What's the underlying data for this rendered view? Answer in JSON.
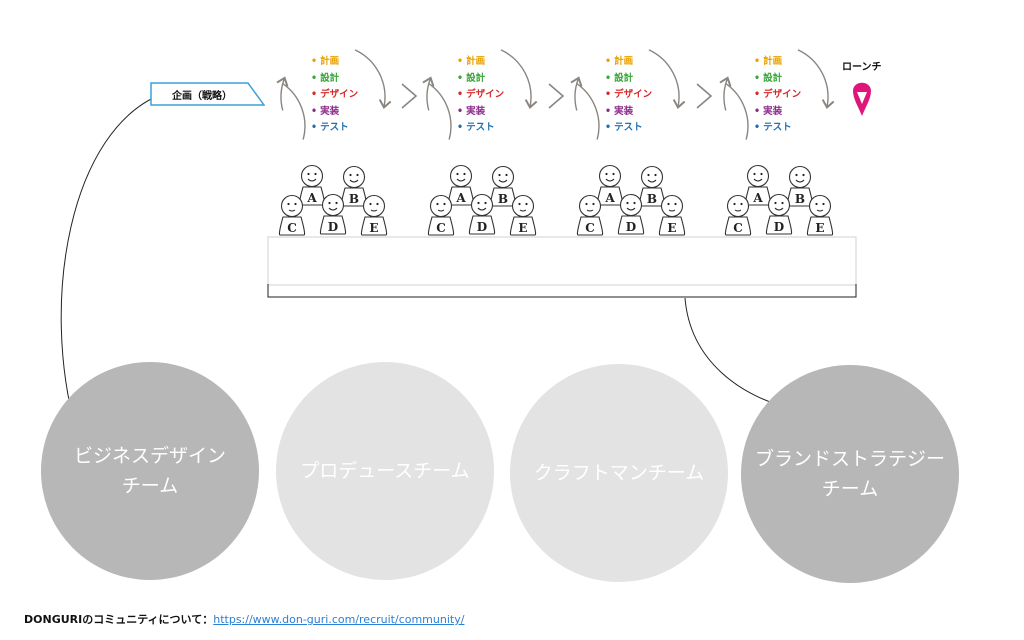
{
  "strategy_tag": {
    "label": "企画（戦略）"
  },
  "phases": [
    {
      "label": "計画",
      "color": "#e8a200"
    },
    {
      "label": "設計",
      "color": "#3aa63a"
    },
    {
      "label": "デザイン",
      "color": "#d62828"
    },
    {
      "label": "実装",
      "color": "#8b2c8b"
    },
    {
      "label": "テスト",
      "color": "#1f6fb2"
    }
  ],
  "launch": {
    "label": "ローンチ",
    "color": "#e0157a"
  },
  "team_members": [
    "A",
    "B",
    "C",
    "D",
    "E"
  ],
  "teams": [
    {
      "label": "ビジネスデザイン\nチーム",
      "color": "#b7b7b7"
    },
    {
      "label": "プロデュースチーム",
      "color": "#e3e3e3"
    },
    {
      "label": "クラフトマンチーム",
      "color": "#e3e3e3"
    },
    {
      "label": "ブランドストラテジー\nチーム",
      "color": "#b7b7b7"
    }
  ],
  "footer": {
    "text": "DONGURIのコミュニティについて：",
    "link": "https://www.don-guri.com/recruit/community/"
  }
}
